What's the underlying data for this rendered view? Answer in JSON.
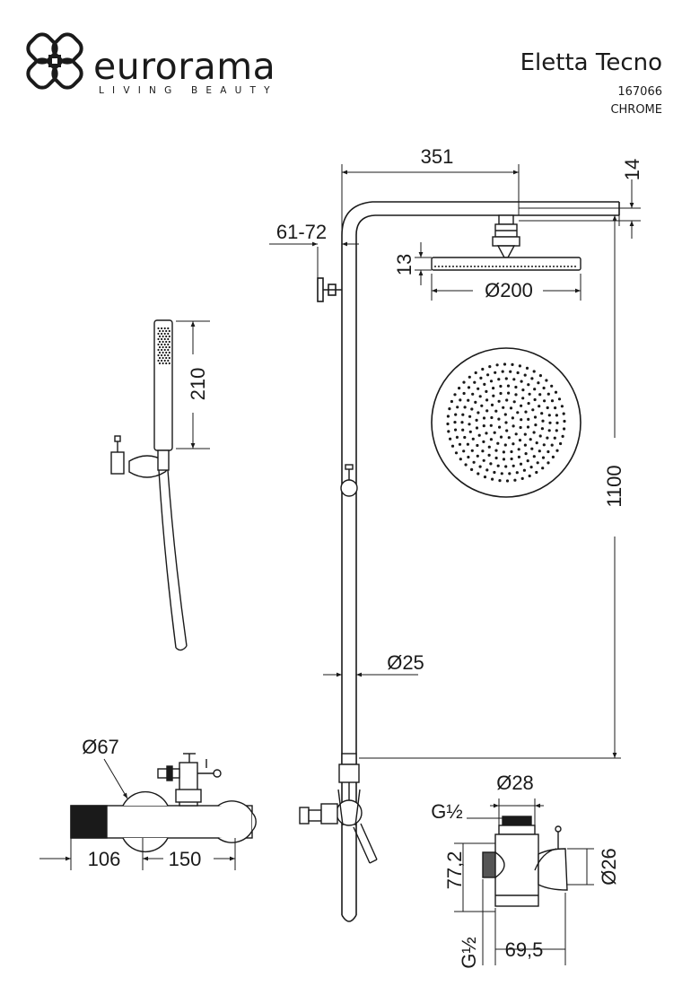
{
  "brand": {
    "name": "eurorama",
    "tagline": "LIVING BEAUTY"
  },
  "product": {
    "title": "Eletta Tecno",
    "code": "167066",
    "finish": "CHROME"
  },
  "dimensions": {
    "arm_length": "351",
    "head_thickness_top": "14",
    "wall_offset": "61-72",
    "head_height": "13",
    "head_diameter": "Ø200",
    "hand_shower_length": "210",
    "column_height": "1100",
    "pipe_diameter": "Ø25",
    "mixer_body_diameter": "Ø67",
    "mixer_projection": "106",
    "mixer_centers": "150",
    "diverter_diameter": "Ø28",
    "diverter_thread_top": "G½",
    "diverter_height": "77,2",
    "diverter_thread_bottom": "G½",
    "diverter_depth": "69,5",
    "diverter_outlet": "Ø26"
  }
}
